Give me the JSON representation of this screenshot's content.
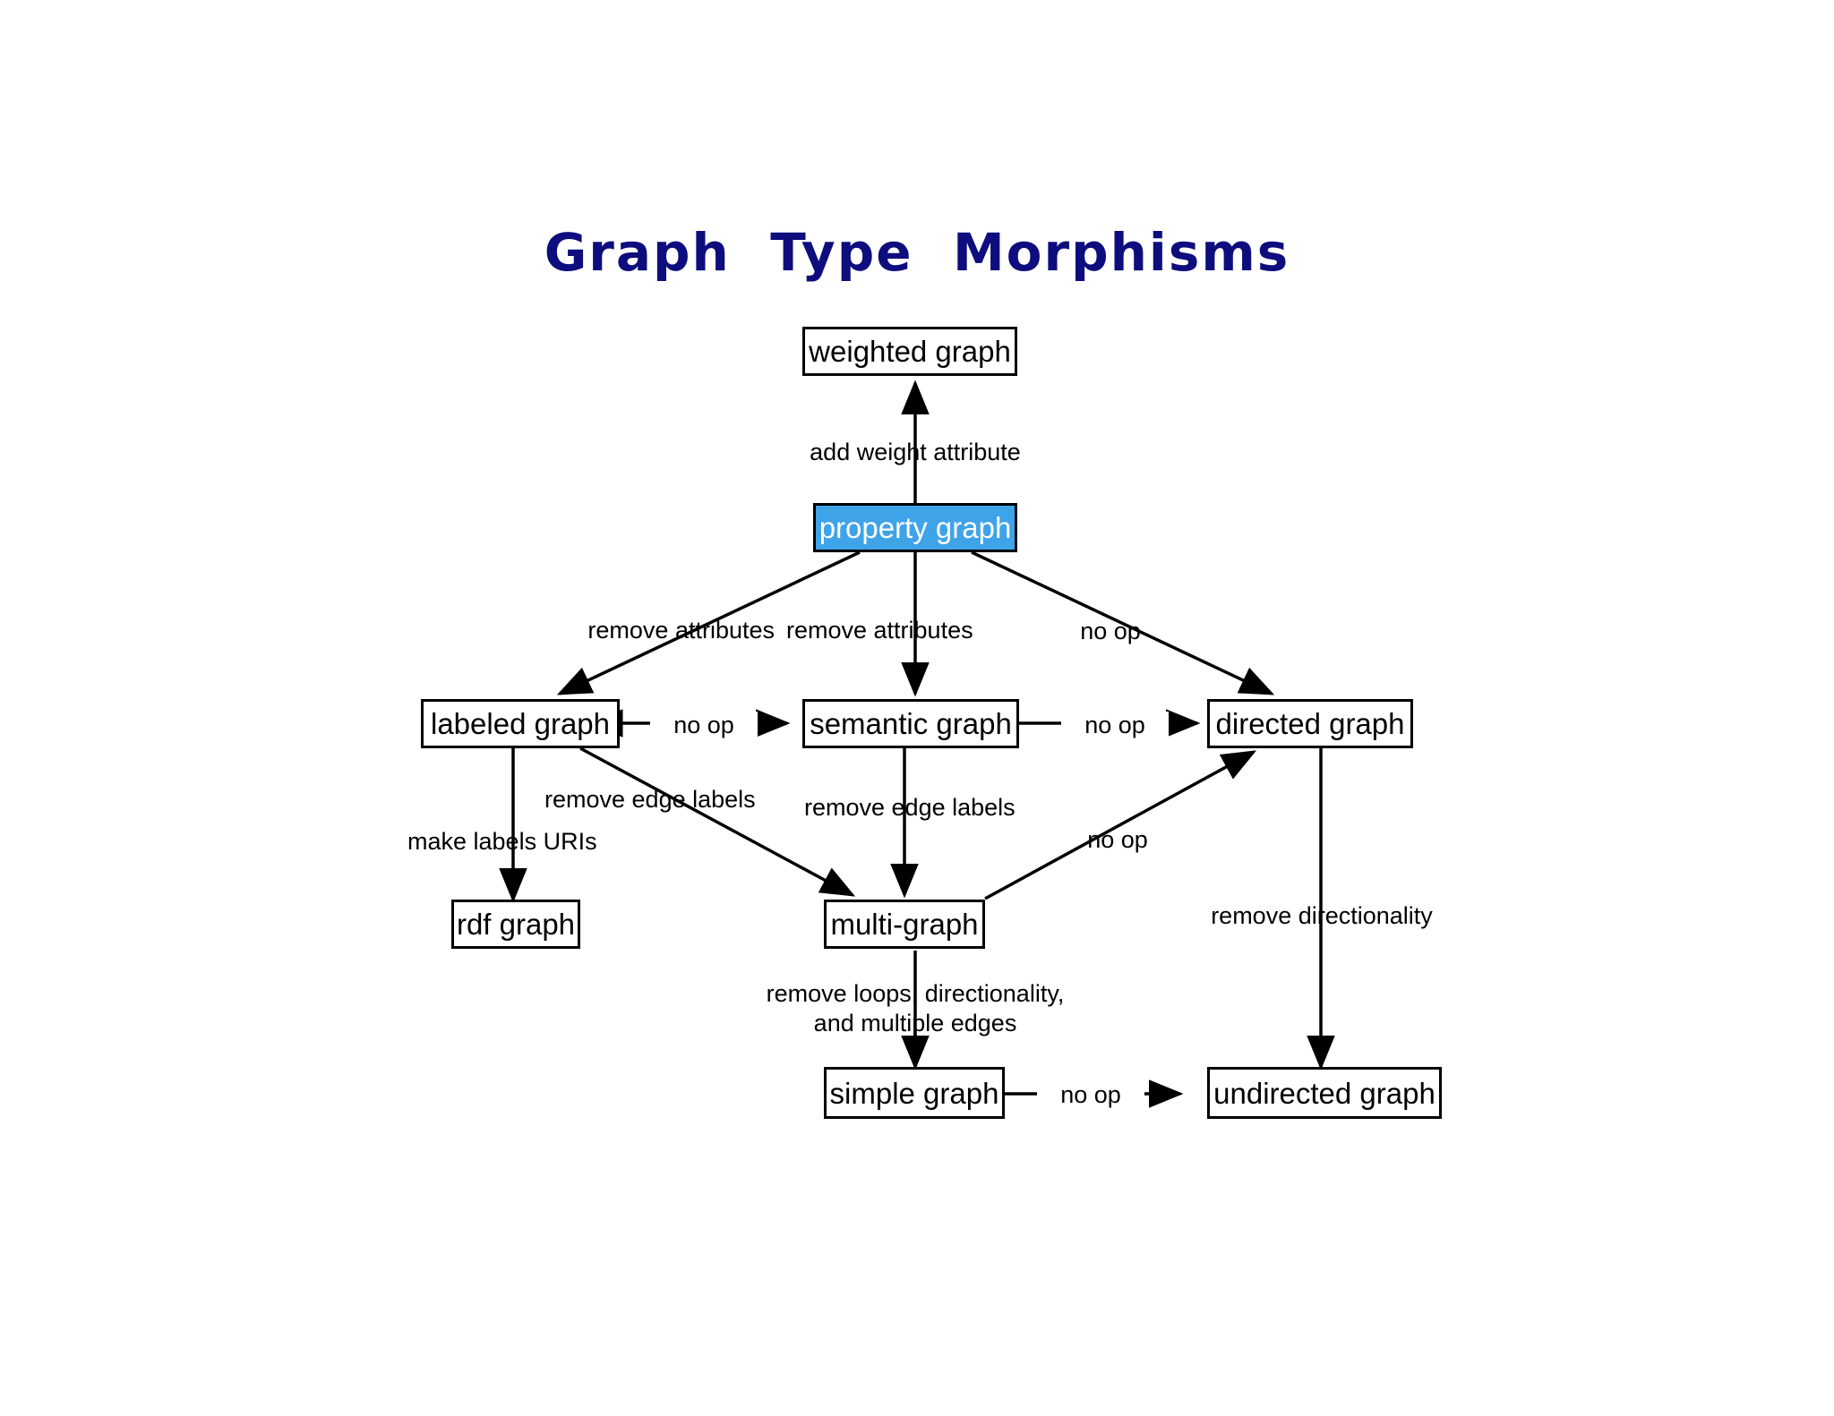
{
  "title": "Graph  Type  Morphisms",
  "colors": {
    "title": "#0d0d7d",
    "highlight_fill": "#3fa3e8",
    "highlight_text": "#ffffff",
    "node_stroke": "#000000",
    "node_fill": "#ffffff",
    "edge_stroke": "#000000",
    "background": "#ffffff"
  },
  "nodes": {
    "weighted_graph": "weighted graph",
    "property_graph": "property graph",
    "labeled_graph": "labeled graph",
    "semantic_graph": "semantic graph",
    "directed_graph": "directed graph",
    "rdf_graph": "rdf graph",
    "multi_graph": "multi-graph",
    "simple_graph": "simple graph",
    "undirected_graph": "undirected graph"
  },
  "edge_labels": {
    "add_weight_attribute": "add weight attribute",
    "remove_attributes_left": "remove attributes",
    "remove_attributes_center": "remove attributes",
    "no_op_property_to_directed": "no op",
    "no_op_labeled_semantic": "no op",
    "no_op_semantic_directed": "no op",
    "make_labels_uris": "make labels URIs",
    "remove_edge_labels_left": "remove edge labels",
    "remove_edge_labels_center": "remove edge labels",
    "no_op_multi_to_directed": "no op",
    "remove_directionality": "remove directionality",
    "remove_loops_line1": "remove loops, directionality,",
    "remove_loops_line2": "and multiple edges",
    "no_op_simple_undirected": "no op"
  },
  "edges": [
    {
      "from": "property graph",
      "to": "weighted graph",
      "label": "add weight attribute"
    },
    {
      "from": "property graph",
      "to": "labeled graph",
      "label": "remove attributes"
    },
    {
      "from": "property graph",
      "to": "semantic graph",
      "label": "remove attributes"
    },
    {
      "from": "property graph",
      "to": "directed graph",
      "label": "no op"
    },
    {
      "from": "labeled graph",
      "to": "semantic graph",
      "label": "no op",
      "bidirectional": true
    },
    {
      "from": "semantic graph",
      "to": "directed graph",
      "label": "no op"
    },
    {
      "from": "labeled graph",
      "to": "rdf graph",
      "label": "make labels URIs"
    },
    {
      "from": "labeled graph",
      "to": "multi-graph",
      "label": "remove edge labels"
    },
    {
      "from": "semantic graph",
      "to": "multi-graph",
      "label": "remove edge labels"
    },
    {
      "from": "multi-graph",
      "to": "directed graph",
      "label": "no op"
    },
    {
      "from": "directed graph",
      "to": "undirected graph",
      "label": "remove directionality"
    },
    {
      "from": "multi-graph",
      "to": "simple graph",
      "label": "remove loops, directionality, and multiple edges"
    },
    {
      "from": "simple graph",
      "to": "undirected graph",
      "label": "no op"
    }
  ]
}
